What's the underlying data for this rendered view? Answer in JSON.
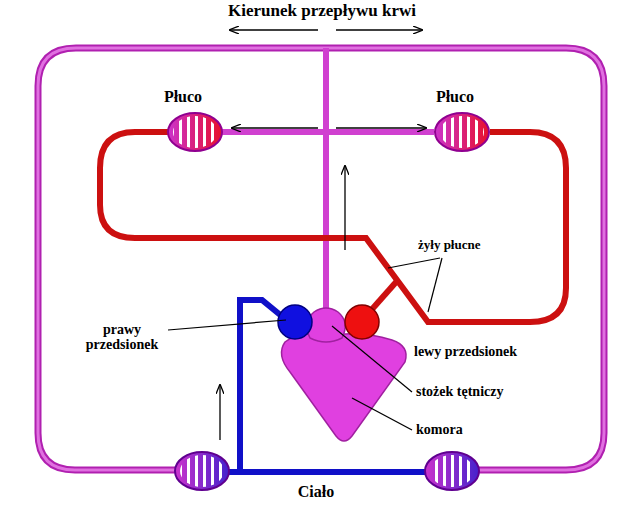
{
  "diagram": {
    "title": "Kierunek przepływu krwi",
    "labels": [
      "Płuco",
      "Płuco",
      "żyły płucne",
      "prawy przedsionek",
      "lewy przedsionek",
      "stożek tętniczy",
      "komora",
      "Ciało"
    ]
  }
}
